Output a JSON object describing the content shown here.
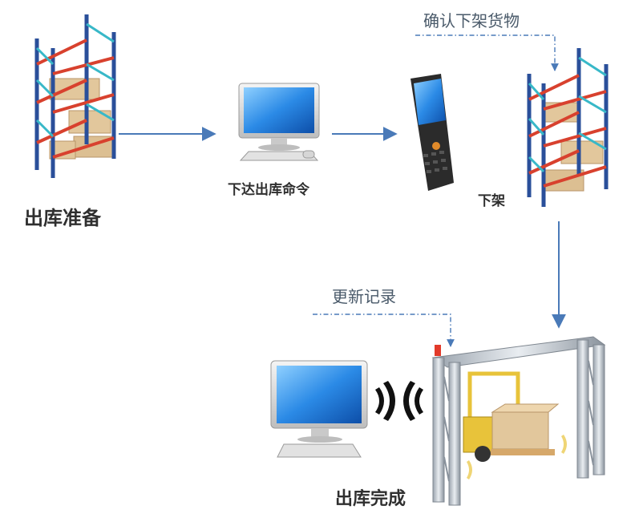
{
  "steps": {
    "prepare": "出库准备",
    "issue_order": "下达出库命令",
    "unshelve": "下架",
    "complete": "出库完成"
  },
  "annotations": {
    "confirm_goods": "确认下架货物",
    "update_record": "更新记录"
  },
  "colors": {
    "arrow": "#4a7ab8",
    "rack_frame": "#2a4f9a",
    "rack_beam": "#d8412e",
    "rack_brace": "#38b8c8",
    "box": "#e6c79a",
    "screen": "#1f6fd0",
    "forklift": "#e8c33a"
  }
}
